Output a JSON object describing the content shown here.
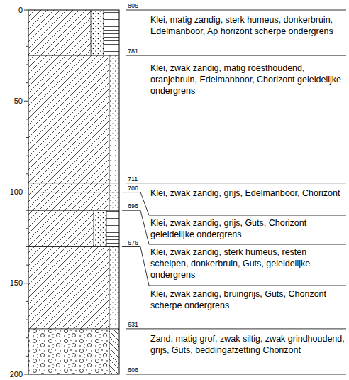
{
  "diagram": {
    "labels": [
      "0",
      "806",
      "Klei, matig zandig, sterk humeus, donkerbruin, Edelmanboor, Ap horizont scherpe ondergrens",
      "781",
      "Klei, zwak zandig, matig roesthoudend, oranjebruin, Edelmanboor, Chorizont geleidelijke ondergrens",
      "50",
      "711",
      "100",
      "706",
      "Klei, zwak zandig, grijs, Edelmanboor, Chorizont",
      "696",
      "Klei, zwak zandig, grijs, Guts, Chorizont geleidelijke ondergrens",
      "676",
      "Klei, zwak zandig, sterk humeus, resten schelpen, donkerbruin, Guts, geleidelijke ondergrens",
      "150",
      "Klei, zwak zandig, bruingrijs, Guts, Chorizont scherpe ondergrens",
      "631",
      "Zand, matig grof, zwak siltig, zwak grindhoudend, grijs, Guts, beddingafzetting Chorizont",
      "606",
      "200"
    ]
  }
}
